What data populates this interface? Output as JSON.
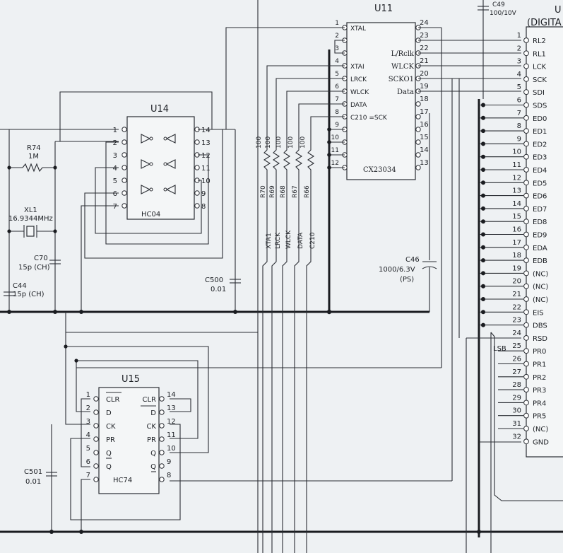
{
  "u11": {
    "name": "U11",
    "part": "CX23034",
    "left_pins": [
      "1",
      "2",
      "3",
      "4",
      "5",
      "6",
      "7",
      "8",
      "9",
      "10",
      "11",
      "12"
    ],
    "right_pins": [
      "24",
      "23",
      "22",
      "21",
      "20",
      "19",
      "18",
      "17",
      "16",
      "15",
      "14",
      "13"
    ],
    "left_labels": [
      "XTAL",
      "",
      "",
      "XTAI",
      "LRCK",
      "WLCK",
      "DATA",
      "C210 =SCK"
    ],
    "right_labels": [
      "",
      "",
      "L/Rclk",
      "WLCK",
      "SCKO1",
      "Data"
    ]
  },
  "u14": {
    "name": "U14",
    "part": "HC04",
    "left_pins": [
      "1",
      "2",
      "3",
      "4",
      "5",
      "6",
      "7"
    ],
    "right_pins": [
      "14",
      "13",
      "12",
      "11",
      "10",
      "9",
      "8"
    ]
  },
  "u15": {
    "name": "U15",
    "part": "HC74",
    "left_pins": [
      "1",
      "2",
      "3",
      "4",
      "5",
      "6",
      "7"
    ],
    "right_pins": [
      "14",
      "13",
      "12",
      "11",
      "10",
      "9",
      "8"
    ],
    "left_labels": [
      "CLR",
      "D",
      "CK",
      "PR",
      "Q",
      "Q"
    ],
    "right_labels": [
      "CLR",
      "D",
      "CK",
      "PR",
      "Q",
      "Q"
    ]
  },
  "digital": {
    "title": "(DIGITA",
    "header": "U",
    "pins": [
      "1",
      "2",
      "3",
      "4",
      "5",
      "6",
      "7",
      "8",
      "9",
      "10",
      "11",
      "12",
      "13",
      "14",
      "15",
      "16",
      "17",
      "18",
      "19",
      "20",
      "21",
      "22",
      "23",
      "24",
      "25",
      "26",
      "27",
      "28",
      "29",
      "30",
      "31",
      "32"
    ],
    "labels": [
      "RL2",
      "RL1",
      "LCK",
      "SCK",
      "SDI",
      "SDS",
      "ED0",
      "ED1",
      "ED2",
      "ED3",
      "ED4",
      "ED5",
      "ED6",
      "ED7",
      "ED8",
      "ED9",
      "EDA",
      "EDB",
      "(NC)",
      "(NC)",
      "(NC)",
      "EIS",
      "DBS",
      "RSD",
      "PR0",
      "PR1",
      "PR2",
      "PR3",
      "PR4",
      "PR5",
      "(NC)",
      "GND"
    ],
    "lsb": "LSB"
  },
  "resistors": {
    "r74": {
      "ref": "R74",
      "val": "1M"
    },
    "array": [
      {
        "ref": "R70",
        "val": "100",
        "sig": "XTA1"
      },
      {
        "ref": "R69",
        "val": "100",
        "sig": "LRCK"
      },
      {
        "ref": "R68",
        "val": "100",
        "sig": "WLCK"
      },
      {
        "ref": "R67",
        "val": "100",
        "sig": "DATA"
      },
      {
        "ref": "R66",
        "val": "100",
        "sig": "C210"
      }
    ]
  },
  "crystal": {
    "ref": "XL1",
    "val": "16.9344MHz"
  },
  "caps": {
    "c70": {
      "ref": "C70",
      "val": "15p (CH)"
    },
    "c44": {
      "ref": "C44",
      "val": "15p (CH)"
    },
    "c500": {
      "ref": "C500",
      "val": "0.01"
    },
    "c46": {
      "ref": "C46",
      "val": "1000/6.3V",
      "type": "(PS)"
    },
    "c501": {
      "ref": "C501",
      "val": "0.01"
    },
    "c49": {
      "ref": "C49",
      "val": "100/10V"
    }
  }
}
